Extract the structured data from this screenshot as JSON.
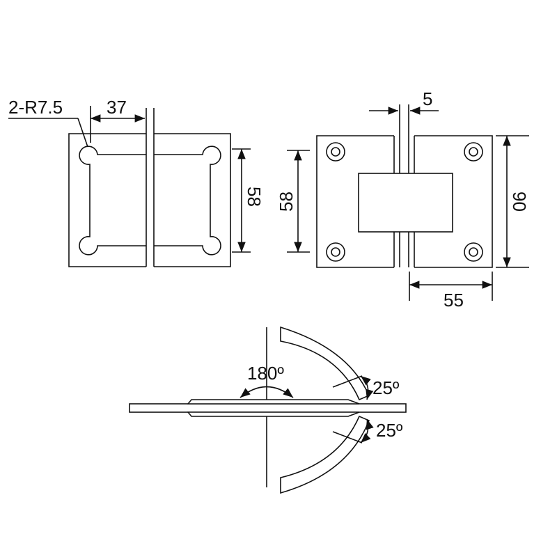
{
  "labels": {
    "radius": "2-R7.5",
    "dim_37": "37",
    "dim_5": "5",
    "dim_58_left": "58",
    "dim_58_right": "58",
    "dim_90": "90",
    "dim_55": "55",
    "angle_180": "180º",
    "angle_25_top": "25º",
    "angle_25_bottom": "25º"
  },
  "colors": {
    "line": "#111111",
    "background": "#ffffff"
  }
}
